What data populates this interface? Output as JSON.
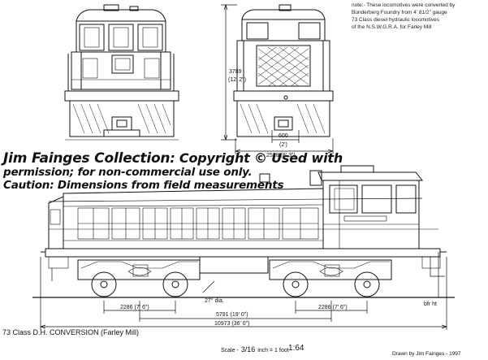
{
  "note": {
    "lines": [
      "note:- These locomotives were converted by",
      "Bunderberg Foundry from 4' 81/2\" gauge",
      "73 Class diesel hydraulic locomotives",
      "of the N.S.W.G.R.A. for Farley Mill"
    ]
  },
  "watermark": {
    "name": "Jim Fainges Collection",
    "rest": ": Copyright © Used with",
    "line2": "permission; for non-commercial use only.",
    "line3": "Caution: Dimensions from field measurements"
  },
  "dimensions": {
    "height": "3789",
    "height_imperial": "(12' 2\")",
    "gauge": "600",
    "gauge_imperial": "(2')",
    "width": "2518 (8' 3\")",
    "angle": "27° dia.",
    "wheelbase": "2286 (7' 6\")",
    "bogie_centres": "5791 (19' 0\")",
    "bogie_wheelbase": "2286 (7' 6\")",
    "overall_length": "10973 (36' 0\")",
    "buffer_height": "bfr ht"
  },
  "caption": "73 Class D.H. CONVERSION (Farley Mill)",
  "scale": {
    "prefix": "Scale -",
    "fraction": "3/16",
    "suffix": "inch = 1 foot"
  },
  "ratio": "1:64",
  "credit": "Drawn by Jim Fainges - 1997"
}
